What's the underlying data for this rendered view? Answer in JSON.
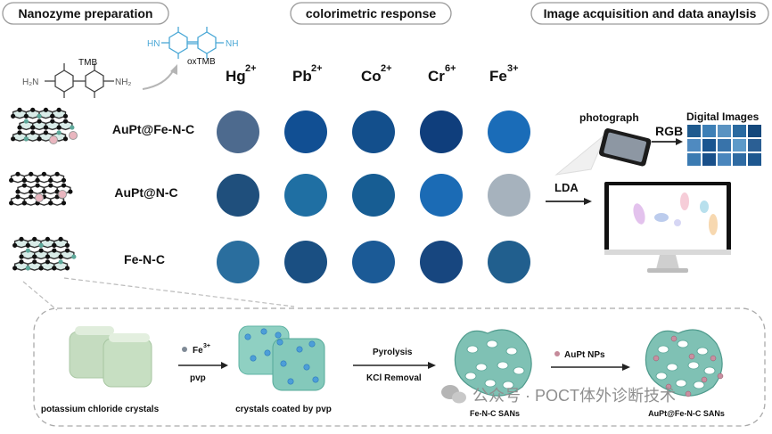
{
  "headers": {
    "prep": "Nanozyme preparation",
    "color": "colorimetric response",
    "image": "Image acquisition and data anaylsis"
  },
  "molecules": {
    "tmb": "TMB",
    "oxtmb": "oxTMB",
    "nh2": "NH₂",
    "h2n": "H₂N",
    "hn": "HN",
    "nh": "NH"
  },
  "ions": [
    {
      "base": "Hg",
      "sup": "2+"
    },
    {
      "base": "Pb",
      "sup": "2+"
    },
    {
      "base": "Co",
      "sup": "2+"
    },
    {
      "base": "Cr",
      "sup": "6+"
    },
    {
      "base": "Fe",
      "sup": "3+"
    }
  ],
  "rows": [
    {
      "label": "AuPt@Fe-N-C",
      "colors": [
        "#4d6a8e",
        "#114f93",
        "#134f8c",
        "#0f3e7c",
        "#1a6cb8"
      ]
    },
    {
      "label": "AuPt@N-C",
      "colors": [
        "#1f4f7c",
        "#1f6fa3",
        "#175d93",
        "#1b6bb5",
        "#a6b2bd"
      ]
    },
    {
      "label": "Fe-N-C",
      "colors": [
        "#2a6e9e",
        "#1a4f82",
        "#1b5a96",
        "#17467f",
        "#215f8e"
      ]
    }
  ],
  "analysis": {
    "photograph": "photograph",
    "rgb": "RGB",
    "digital": "Digital Images",
    "lda": "LDA",
    "grid_colors": [
      "#1f5a8e",
      "#3d7fb6",
      "#5a93c2",
      "#2a6aa0",
      "#14487c",
      "#4f8ac0",
      "#1a5590",
      "#3873aa",
      "#5d9ac9",
      "#2b5f94",
      "#3b7bb2",
      "#19508a",
      "#4a86bd",
      "#2f6ba3",
      "#1d578f"
    ]
  },
  "synthesis": {
    "kcl": "potassium chloride crystals",
    "fe3": "Fe",
    "fe3_sup": "3+",
    "pvp": "pvp",
    "coated": "crystals coated by pvp",
    "pyrolysis": "Pyrolysis",
    "kcl_removal": "KCl Removal",
    "fenc_sans": "Fe-N-C SANs",
    "aupt_nps": "AuPt NPs",
    "aupt_sans": "AuPt@Fe-N-C SANs"
  },
  "watermark": "公众号 · POCT体外诊断技术"
}
